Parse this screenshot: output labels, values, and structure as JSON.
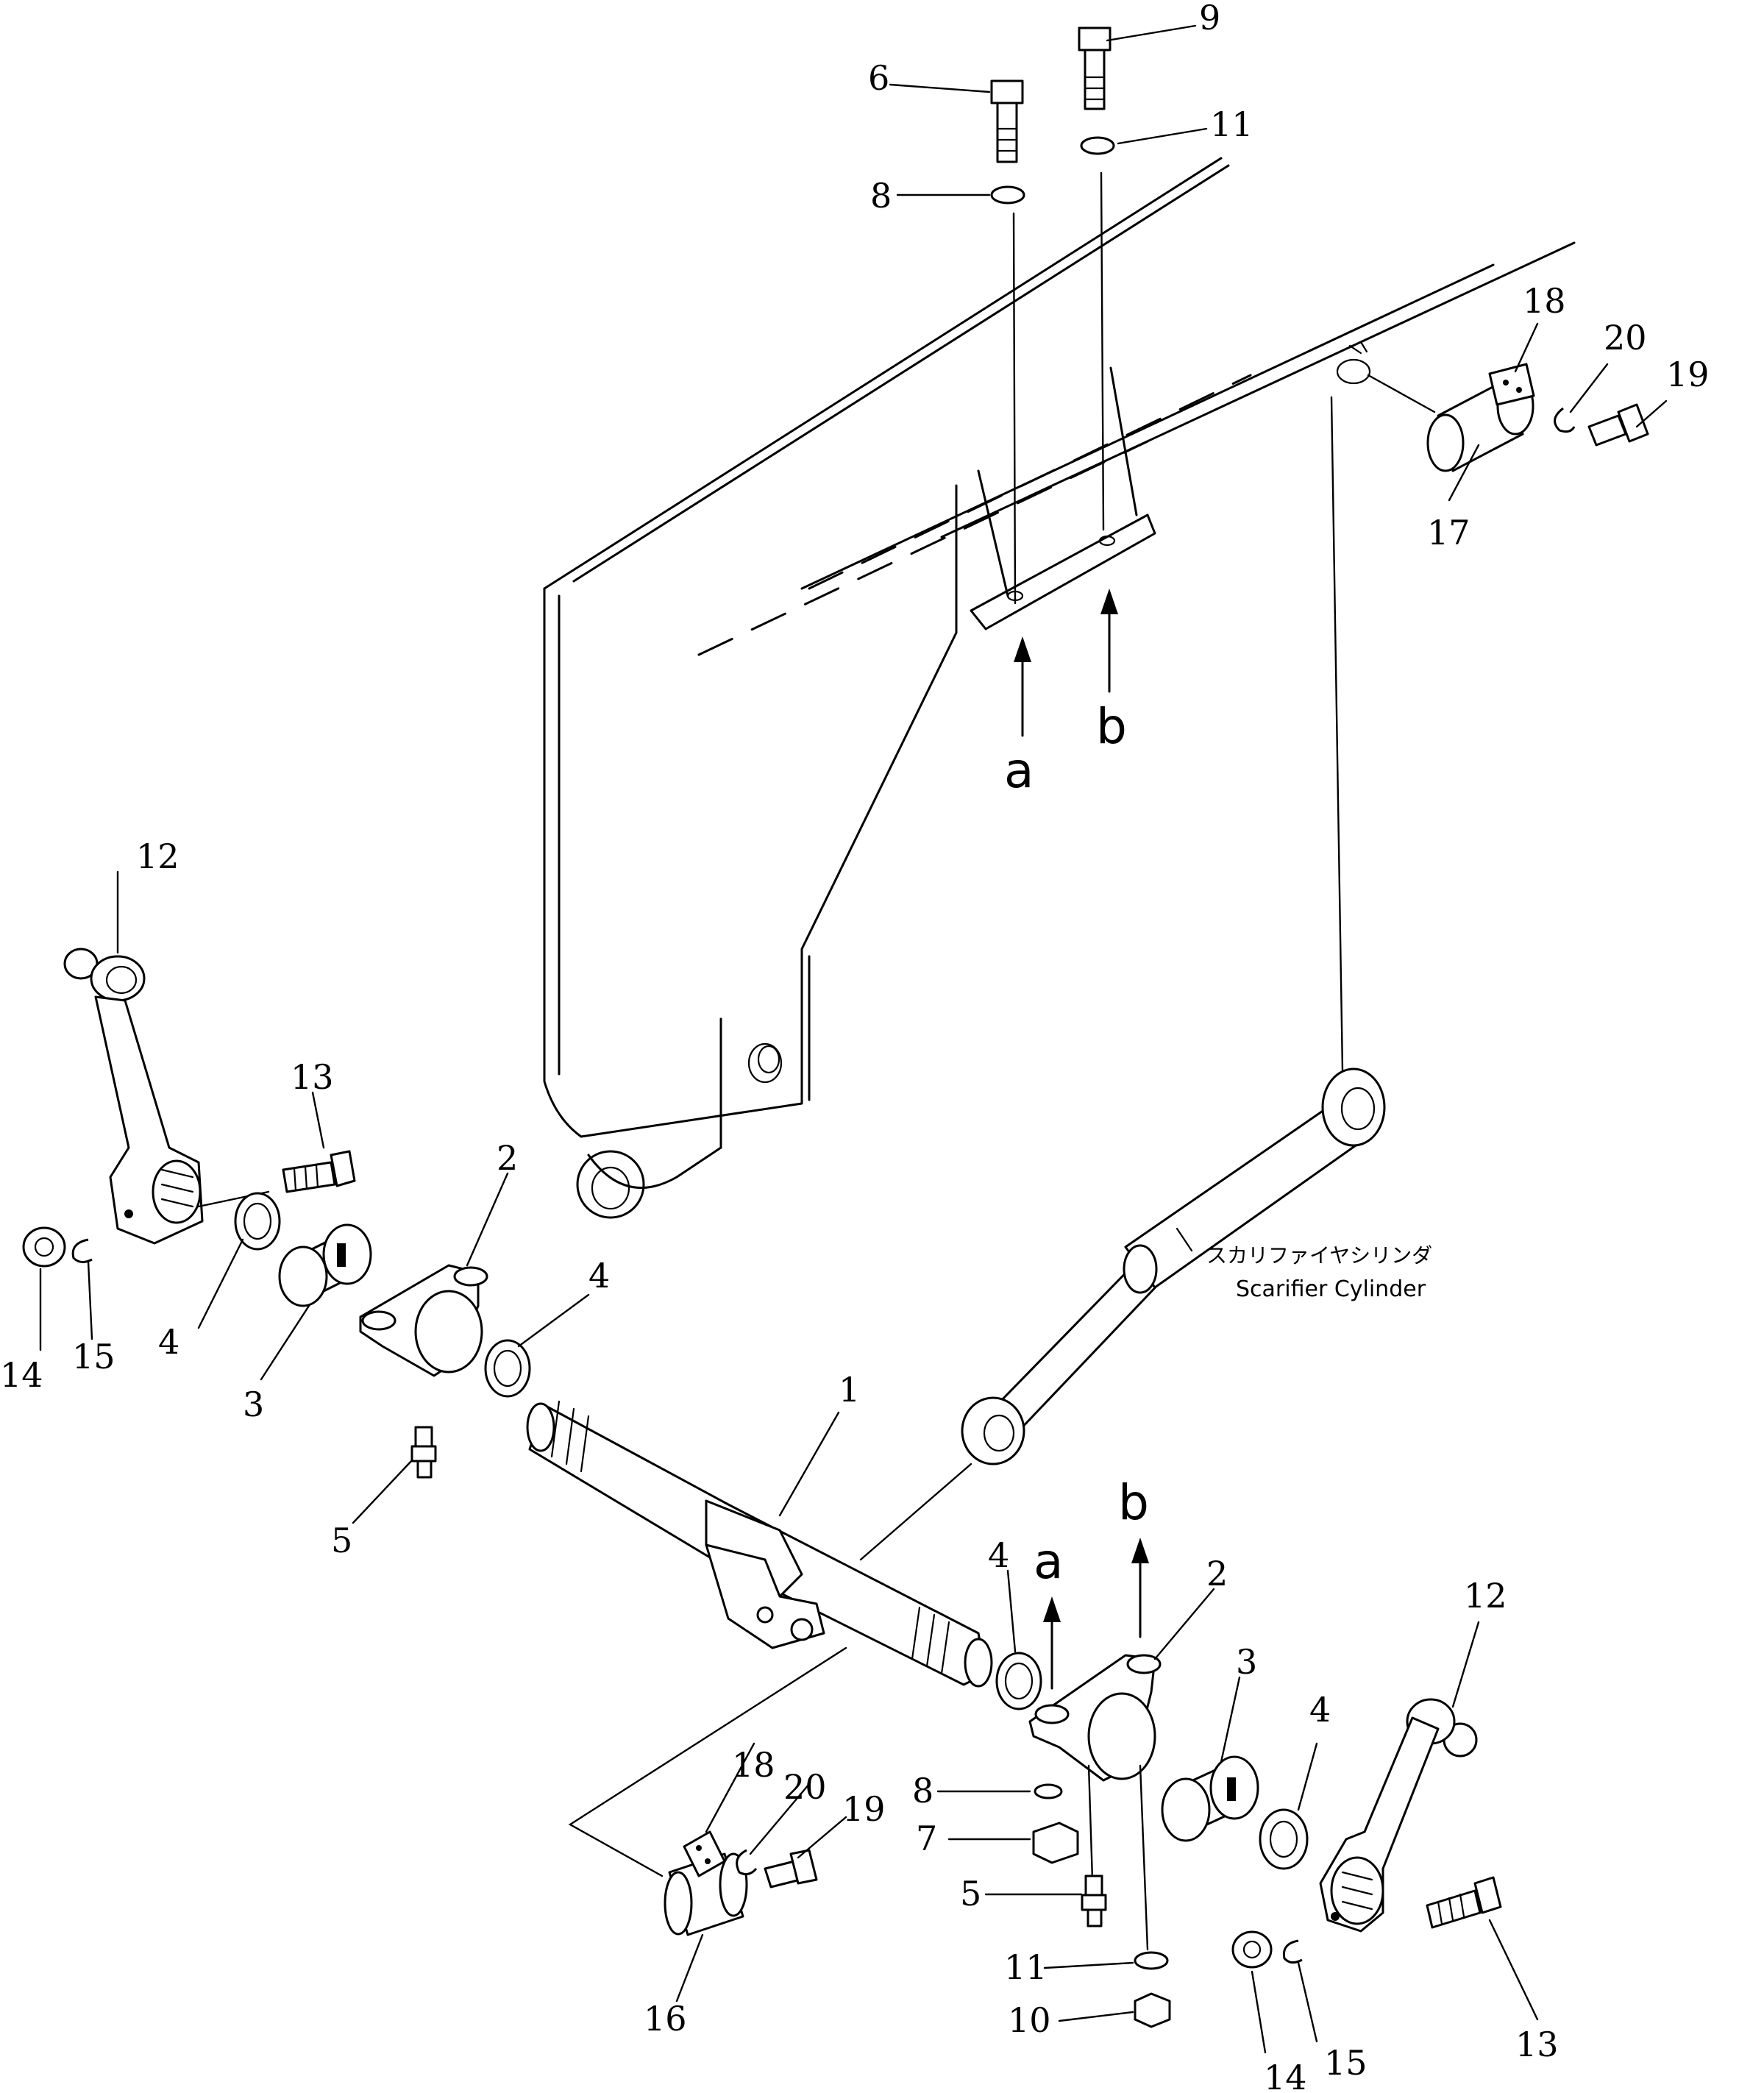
{
  "cylinder_label": {
    "jp": "スカリファイヤシリンダ",
    "en": "Scarifier Cylinder"
  },
  "arrows": {
    "a": "a",
    "b": "b"
  },
  "callouts": {
    "c1": "1",
    "c2_left": "2",
    "c2_right": "2",
    "c3_left": "3",
    "c3_right": "3",
    "c4_left_a": "4",
    "c4_left_b": "4",
    "c4_right_a": "4",
    "c4_right_b": "4",
    "c5_left": "5",
    "c5_right": "5",
    "c6": "6",
    "c7": "7",
    "c8_top": "8",
    "c8_bottom": "8",
    "c9": "9",
    "c10": "10",
    "c11_top": "11",
    "c11_bottom": "11",
    "c12_left": "12",
    "c12_right": "12",
    "c13_left": "13",
    "c13_right": "13",
    "c14_left": "14",
    "c14_right": "14",
    "c15_left": "15",
    "c15_right": "15",
    "c16": "16",
    "c17": "17",
    "c18_top": "18",
    "c18_bottom": "18",
    "c19_top": "19",
    "c19_bottom": "19",
    "c20_top": "20",
    "c20_bottom": "20"
  }
}
